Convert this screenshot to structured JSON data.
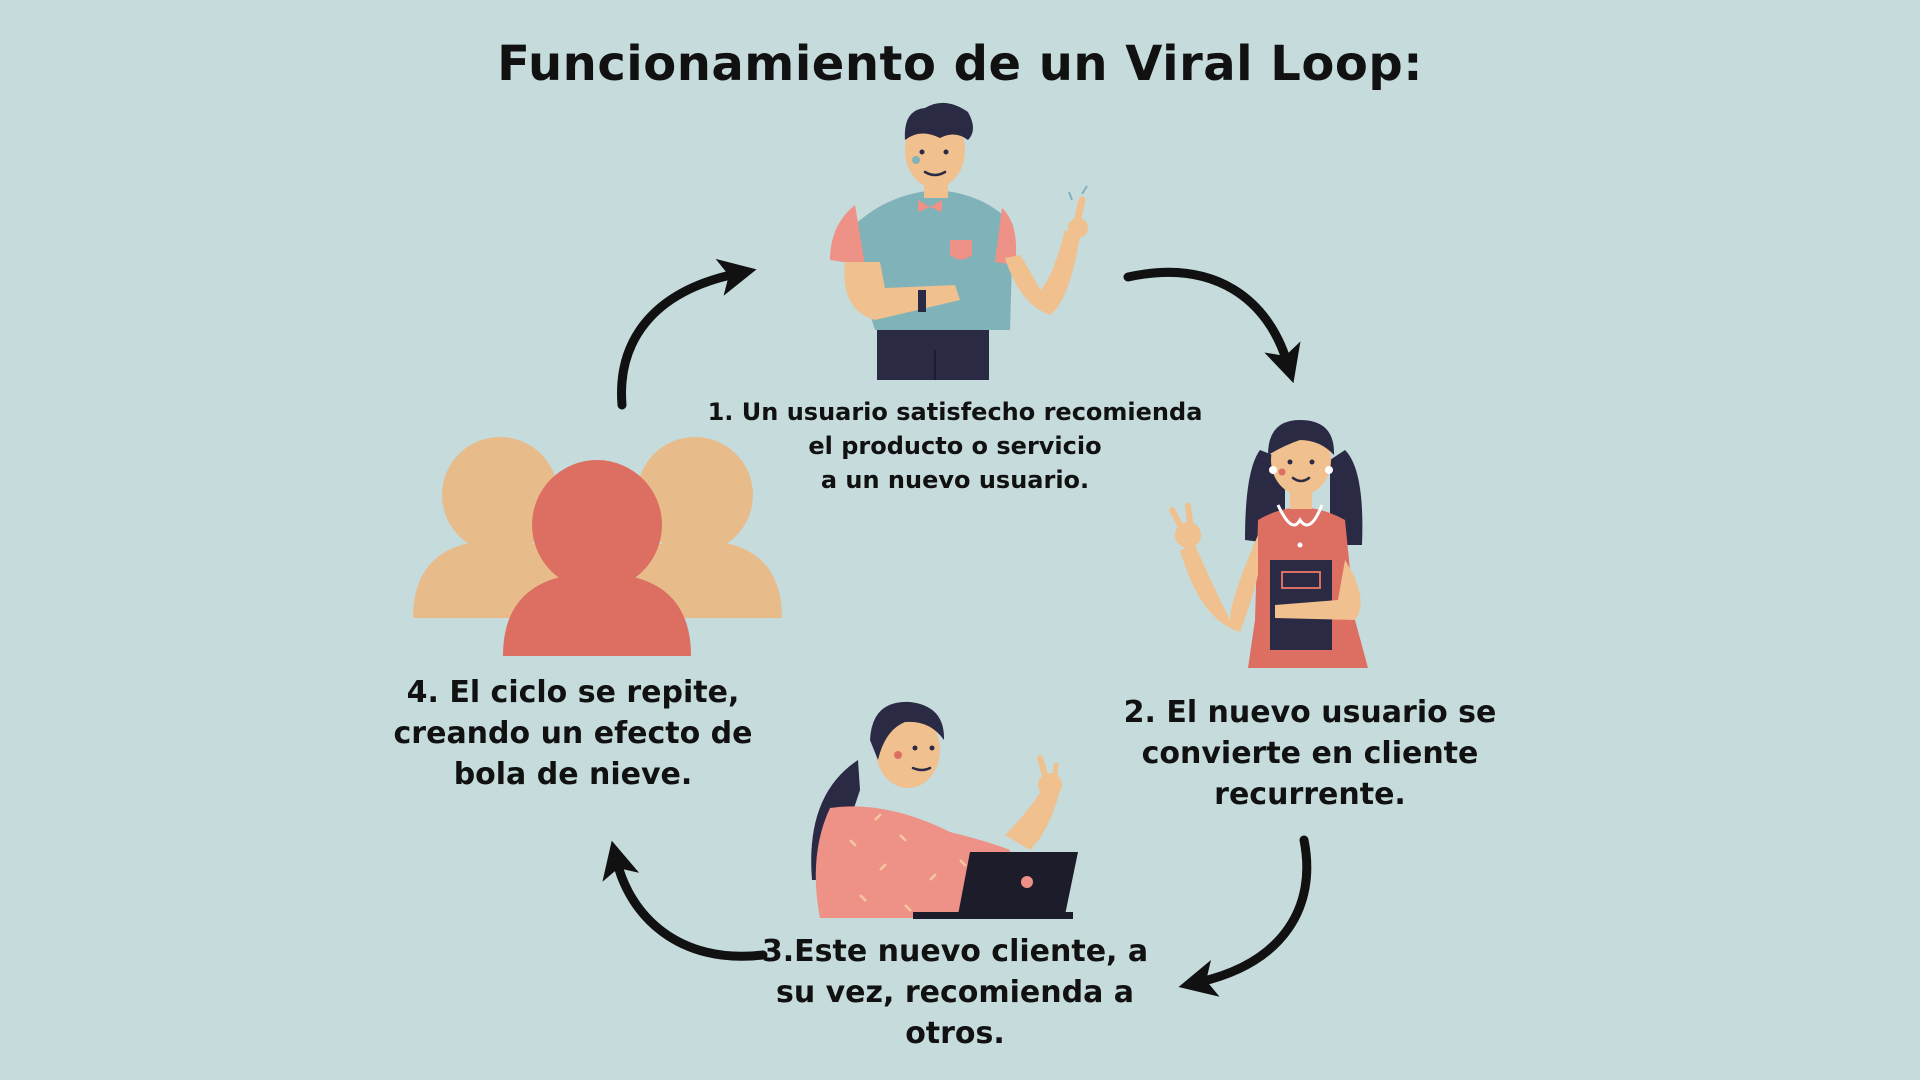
{
  "title": "Funcionamiento de un Viral Loop:",
  "steps": [
    {
      "text": "1. Un usuario satisfecho recomienda\nel producto o servicio\na un nuevo usuario.",
      "icon": "man-pointing-illustration"
    },
    {
      "text": "2. El nuevo usuario se\nconvierte en cliente\nrecurrente.",
      "icon": "woman-with-book-illustration"
    },
    {
      "text": "3.Este nuevo cliente, a\nsu vez, recomienda a\notros.",
      "icon": "woman-with-laptop-illustration"
    },
    {
      "text": "4. El ciclo se repite,\ncreando un efecto de\nbola de nieve.",
      "icon": "group-of-people-icon"
    }
  ],
  "colors": {
    "background": "#c5dbdc",
    "text": "#111111",
    "arrow": "#111111",
    "coral": "#dd6f62",
    "peach": "#e8bb8b",
    "skin": "#f0c08e",
    "navy": "#2b2a44",
    "teal_shirt": "#7fb3b9",
    "pink_shirt": "#ee9186"
  }
}
